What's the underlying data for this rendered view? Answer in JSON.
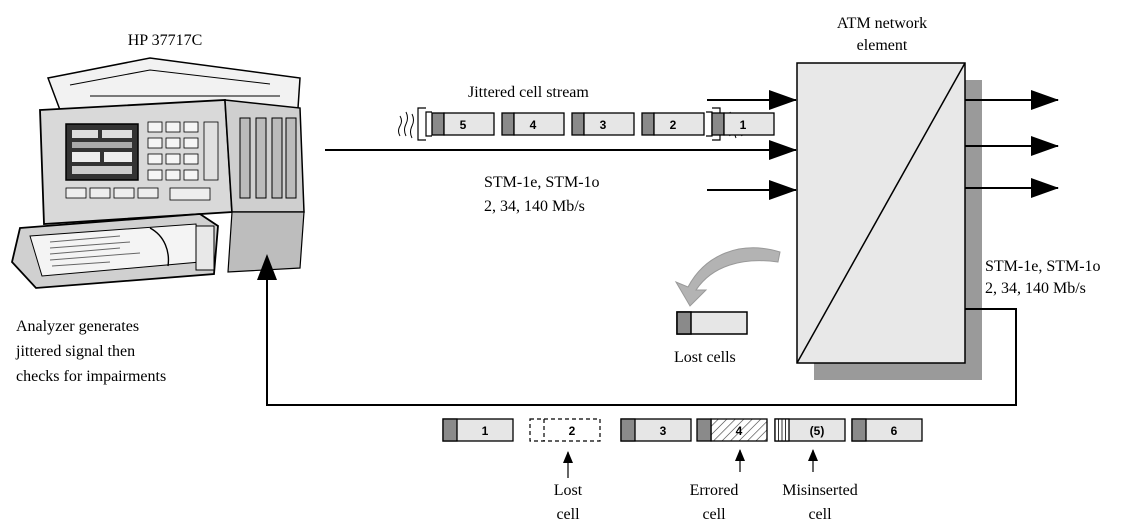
{
  "analyzer": {
    "name": "HP 37717C",
    "description_lines": [
      "Analyzer generates",
      "jittered signal then",
      "checks for impairments"
    ]
  },
  "network_element": {
    "title_lines": [
      "ATM network",
      "element"
    ]
  },
  "input": {
    "stream_label": "Jittered cell stream",
    "cells": [
      "5",
      "4",
      "3",
      "2",
      "1"
    ],
    "rate_lines": [
      "STM-1e, STM-1o",
      "2, 34, 140 Mb/s"
    ]
  },
  "output": {
    "rate_lines": [
      "STM-1e, STM-1o",
      "2, 34, 140 Mb/s"
    ],
    "lost_cells_label": "Lost cells"
  },
  "return_stream": {
    "cells": [
      {
        "label": "1",
        "kind": "normal"
      },
      {
        "label": "2",
        "kind": "lost"
      },
      {
        "label": "3",
        "kind": "normal"
      },
      {
        "label": "4",
        "kind": "errored"
      },
      {
        "label": "(5)",
        "kind": "misinserted"
      },
      {
        "label": "6",
        "kind": "normal"
      }
    ],
    "annotations": [
      {
        "lines": [
          "Lost",
          "cell"
        ]
      },
      {
        "lines": [
          "Errored",
          "cell"
        ]
      },
      {
        "lines": [
          "Misinserted",
          "cell"
        ]
      }
    ]
  },
  "colors": {
    "cell_fill": "#e6e6e6",
    "cell_header": "#8a8a8a",
    "element_fill": "#e8e8e8",
    "element_shadow": "#9a9a9a",
    "line": "#000000"
  }
}
